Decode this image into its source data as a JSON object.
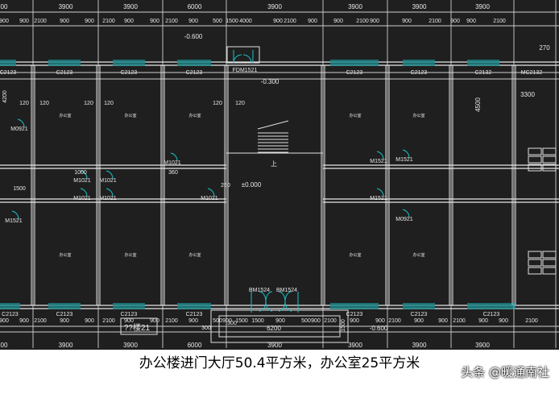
{
  "drawing": {
    "top_axis_dims": [
      "3900",
      "3900",
      "3900",
      "6000",
      "3900",
      "3900",
      "3900",
      "3900"
    ],
    "top_sub_dims": [
      "900",
      "900",
      "2100",
      "900",
      "900",
      "2100",
      "900",
      "900",
      "2100",
      "900",
      "500",
      "1500",
      "4000",
      "900",
      "2100",
      "900",
      "900",
      "2100",
      "900",
      "900",
      "2100",
      "900",
      "900",
      "2100"
    ],
    "windows_top": [
      "C2123",
      "C2123",
      "C2123",
      "C2123",
      "C2123",
      "C2123",
      "C2132"
    ],
    "windows_bottom": [
      "C2123",
      "C2123",
      "C2123",
      "C2123",
      "C2123",
      "C2123",
      "C2123"
    ],
    "entrance_door": "FDM1521",
    "mc_label": "MC2132",
    "right_dims": [
      "3300",
      "270",
      "4500"
    ],
    "levels": {
      "outside_top": "-0.600",
      "lobby_step": "-0.300",
      "floor": "±0.000",
      "outside_bottom": "-0.600"
    },
    "doors": [
      "M1021",
      "M1021",
      "M1021",
      "M1021",
      "M1021",
      "M1021",
      "M1521",
      "M1521",
      "M1521",
      "M0921",
      "M0921",
      "M1521"
    ],
    "wall_dims": [
      "120",
      "120",
      "120",
      "120",
      "120",
      "120",
      "1000",
      "260",
      "360",
      "1500",
      "4200"
    ],
    "stair_label": "上",
    "bottom_doors": [
      "BM1524",
      "BM1524"
    ],
    "bottom_dims": {
      "entry_width": "6200",
      "side": "300",
      "step": "300",
      "unknown_label": "??楼21",
      "vertical": "1500"
    },
    "room_label": "办公室",
    "bottom_sub_dims": [
      "900",
      "900",
      "2100",
      "900",
      "900",
      "2100",
      "900",
      "900",
      "2100",
      "900",
      "500",
      "900",
      "1500",
      "1500",
      "900",
      "500",
      "900",
      "2100",
      "900",
      "900",
      "2100",
      "900",
      "900",
      "2100",
      "900",
      "900",
      "2100"
    ],
    "bottom_axis_dims": [
      "3900",
      "3900",
      "3900",
      "6000",
      "3900",
      "3900",
      "3900",
      "3900"
    ]
  },
  "caption": "办公楼进门大厅50.4平方米，办公室25平方米",
  "watermark": "头条 @暖通南社",
  "colors": {
    "background": "#1f1f1f",
    "line": "#e0e0e0",
    "window": "#19c3c8"
  }
}
